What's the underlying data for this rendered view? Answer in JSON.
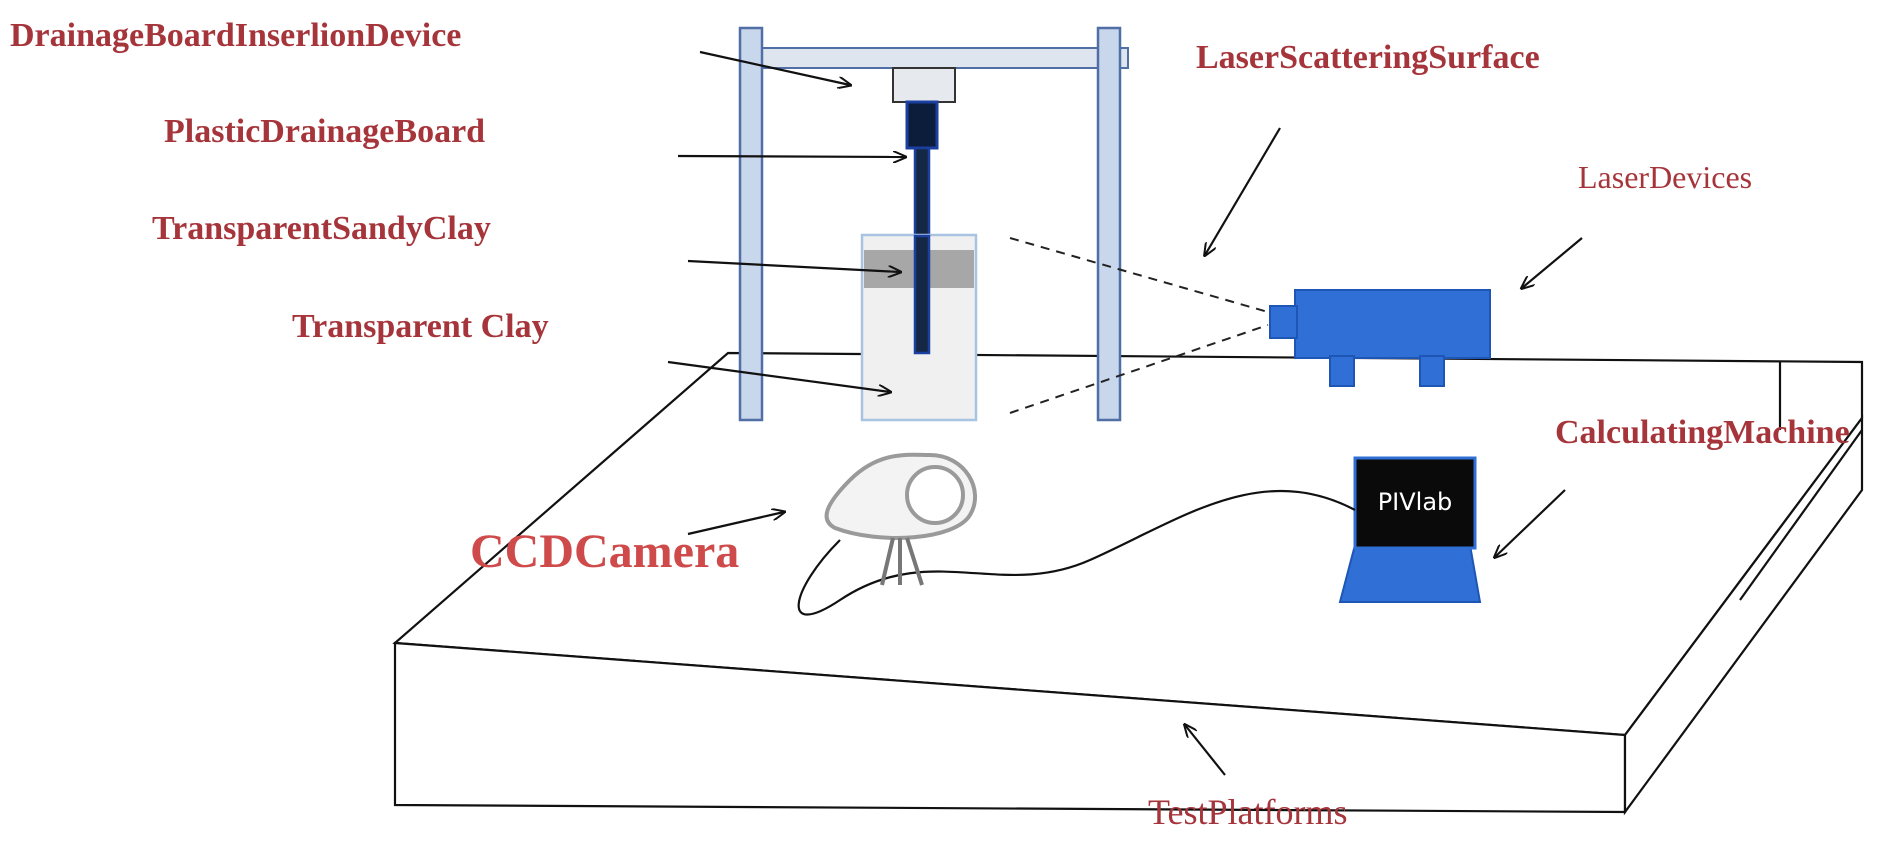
{
  "labels": {
    "drainage_board_insertion_device": "DrainageBoardInserlionDevice",
    "plastic_drainage_board": "PlasticDrainageBoard",
    "transparent_sandy_clay": "TransparentSandyClay",
    "transparent_clay": "Transparent Clay",
    "laser_scattering_surface": "LaserScatteringSurface",
    "laser_devices": "LaserDevices",
    "calculating_machine": "CalculatingMachine",
    "ccd_camera": "CCDCamera",
    "test_platforms": "TestPlatforms"
  },
  "laptop": {
    "screen_text": "PIVlab"
  },
  "colors": {
    "label_red": "#a6353b",
    "frame_blue": "#c9d7ec",
    "frame_edge": "#4f6fa6",
    "device_blue": "#2f6fd6",
    "line_black": "#111111"
  }
}
